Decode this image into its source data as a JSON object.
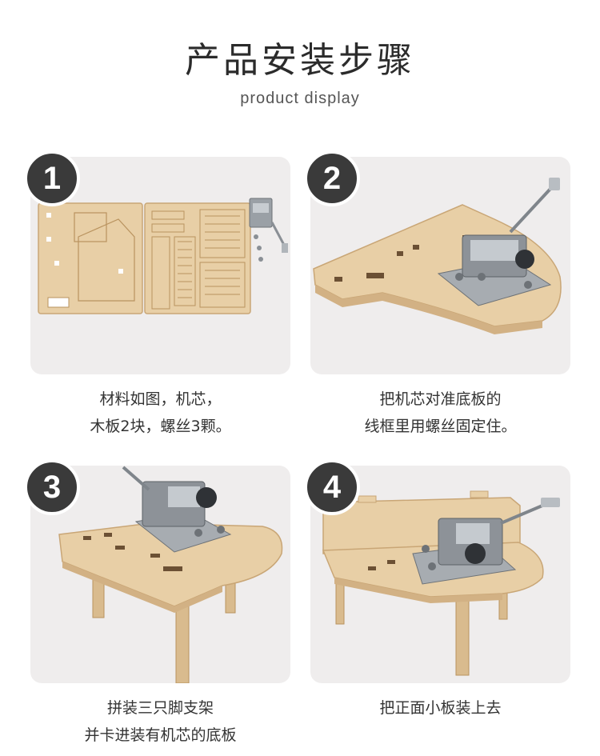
{
  "header": {
    "title": "产品安装步骤",
    "subtitle": "product display"
  },
  "steps": [
    {
      "number": "1",
      "lines": [
        "材料如图，机芯，",
        "木板2块，螺丝3颗。"
      ]
    },
    {
      "number": "2",
      "lines": [
        "把机芯对准底板的",
        "线框里用螺丝固定住。"
      ]
    },
    {
      "number": "3",
      "lines": [
        "拼装三只脚支架",
        "并卡进装有机芯的底板"
      ]
    },
    {
      "number": "4",
      "lines": [
        "把正面小板装上去"
      ]
    }
  ],
  "colors": {
    "badge": "#3a3a3a",
    "wood": "#e8cfa6",
    "wood_edge": "#c9a676",
    "metal": "#9aa0a6",
    "background": "#efeded"
  }
}
